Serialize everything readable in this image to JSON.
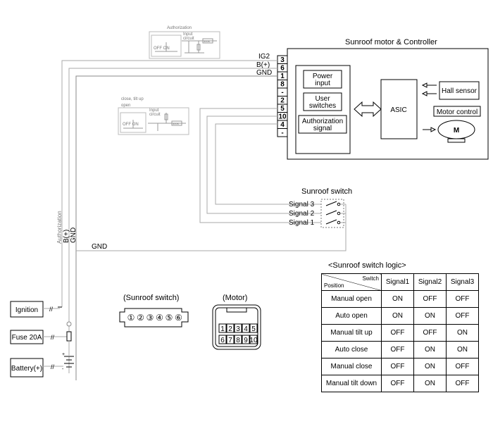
{
  "controller": {
    "title": "Sunroof motor & Controller",
    "power_input": [
      "Power",
      "input"
    ],
    "user_switches": [
      "User",
      "switches"
    ],
    "authorization_signal": [
      "Authorization",
      "signal"
    ],
    "asic": "ASIC",
    "hall_sensor": "Hall sensor",
    "motor_control": "Motor control",
    "motor": "M"
  },
  "pins": [
    "3",
    "6",
    "1",
    "8",
    "-",
    "2",
    "5",
    "10",
    "4",
    "-"
  ],
  "wires": {
    "ig2": "IG2",
    "bplus": "B(+)",
    "gnd": "GND",
    "authorization": "Authorization",
    "bplus_vertical": "B(+)",
    "gnd_vertical": "GND",
    "gnd_bottom": "GND"
  },
  "inset_auth": {
    "title": "Authorization",
    "off_on": "OFF ON",
    "input_circuit": [
      "Input",
      "circuit"
    ],
    "resistor": "300K"
  },
  "inset_close": {
    "title": [
      "close, tilt up",
      "open"
    ],
    "off_on": "OFF ON",
    "input_circuit": [
      "Input",
      "circuit"
    ],
    "resistor": "300K"
  },
  "sunroof_switch": {
    "title": "Sunroof switch",
    "signals": [
      "Signal 3",
      "Signal 2",
      "Signal 1"
    ]
  },
  "power": {
    "ignition": "Ignition",
    "fuse": "Fuse 20A",
    "battery": "Battery(+)"
  },
  "connectors": {
    "switch_title": "(Sunroof switch)",
    "switch_pins": [
      "①",
      "②",
      "③",
      "④",
      "⑤",
      "⑥"
    ],
    "motor_title": "(Motor)",
    "motor_pins_top": [
      "1",
      "2",
      "3",
      "4",
      "5"
    ],
    "motor_pins_bottom": [
      "6",
      "7",
      "8",
      "9",
      "10"
    ]
  },
  "logic": {
    "title": "<Sunroof switch logic>",
    "header_switch": "Switch",
    "header_position": "Position",
    "columns": [
      "Signal1",
      "Signal2",
      "Signal3"
    ],
    "rows": [
      {
        "position": "Manual open",
        "values": [
          "ON",
          "OFF",
          "OFF"
        ]
      },
      {
        "position": "Auto open",
        "values": [
          "ON",
          "ON",
          "OFF"
        ]
      },
      {
        "position": "Manual tilt up",
        "values": [
          "OFF",
          "OFF",
          "ON"
        ]
      },
      {
        "position": "Auto close",
        "values": [
          "OFF",
          "ON",
          "ON"
        ]
      },
      {
        "position": "Manual close",
        "values": [
          "OFF",
          "ON",
          "OFF"
        ]
      },
      {
        "position": "Manual tilt down",
        "values": [
          "OFF",
          "ON",
          "OFF"
        ]
      }
    ]
  }
}
